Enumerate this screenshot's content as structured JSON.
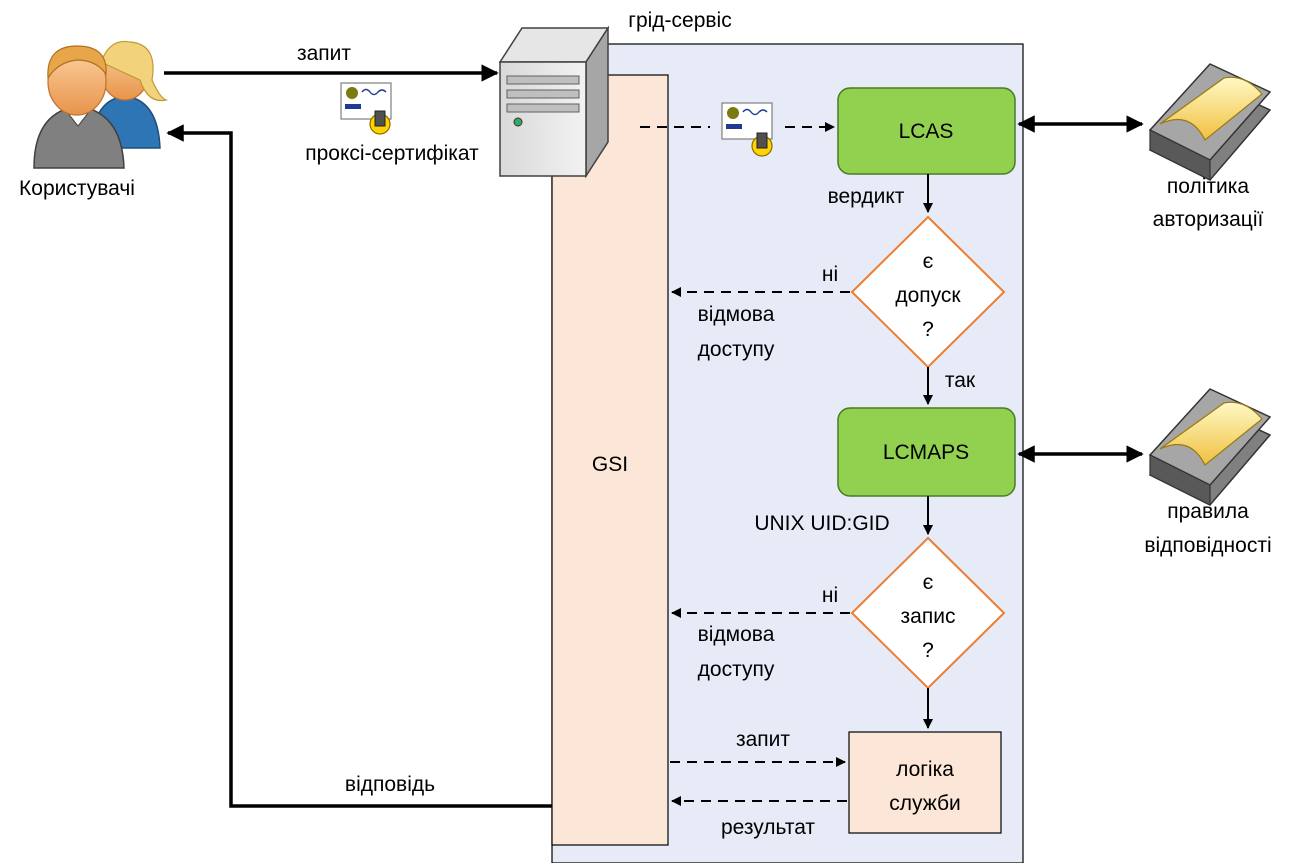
{
  "labels": {
    "grid_service": "грід-сервіс",
    "users": "Користувачі",
    "request_top": "запит",
    "proxy_certificate": "проксі-сертифікат",
    "gsi": "GSI",
    "lcas": "LCAS",
    "verdict": "вердикт",
    "decision1_line1": "є",
    "decision1_line2": "допуск",
    "decision1_line3": "?",
    "no1": "ні",
    "access_denied1_line1": "відмова",
    "access_denied1_line2": "доступу",
    "yes": "так",
    "lcmaps": "LCMAPS",
    "unix_uid_gid": "UNIX UID:GID",
    "decision2_line1": "є",
    "decision2_line2": "запис",
    "decision2_line3": "?",
    "no2": "ні",
    "access_denied2_line1": "відмова",
    "access_denied2_line2": "доступу",
    "request_bottom": "запит",
    "service_logic_line1": "логіка",
    "service_logic_line2": "служби",
    "result": "результат",
    "response": "відповідь",
    "auth_policy_line1": "політика",
    "auth_policy_line2": "авторизації",
    "mapping_rules_line1": "правила",
    "mapping_rules_line2": "відповідності"
  },
  "icons": {
    "users": "users-icon",
    "server": "server-icon",
    "certificate": "certificate-icon",
    "book": "book-icon"
  },
  "colors": {
    "service_area_fill": "#e6ebf7",
    "gsi_fill": "#fbe6d7",
    "component_green": "#92d050",
    "decision_border": "#ed7d31",
    "service_logic_fill": "#fbe6d7"
  }
}
